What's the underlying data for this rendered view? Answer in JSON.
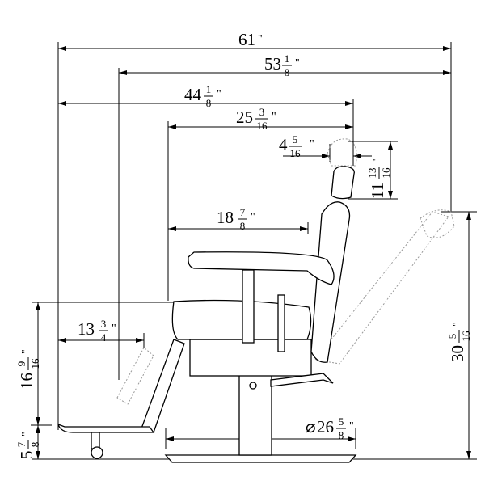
{
  "drawing": {
    "title": "Barber chair dimension drawing",
    "dimensions": {
      "overall_length": {
        "whole": "61",
        "num": "",
        "den": "",
        "unit": "\""
      },
      "reclined_length": {
        "whole": "53",
        "num": "1",
        "den": "8",
        "unit": "\""
      },
      "upright_length": {
        "whole": "44",
        "num": "1",
        "den": "8",
        "unit": "\""
      },
      "seat_to_back_length": {
        "whole": "25",
        "num": "3",
        "den": "16",
        "unit": "\""
      },
      "headrest_travel": {
        "whole": "4",
        "num": "5",
        "den": "16",
        "unit": "\""
      },
      "headrest_height": {
        "whole": "11",
        "num": "13",
        "den": "16",
        "unit": "\""
      },
      "arm_length": {
        "whole": "18",
        "num": "7",
        "den": "8",
        "unit": "\""
      },
      "footrest_depth": {
        "whole": "13",
        "num": "3",
        "den": "4",
        "unit": "\""
      },
      "seat_height": {
        "whole": "16",
        "num": "9",
        "den": "16",
        "unit": "\""
      },
      "footrest_height": {
        "whole": "5",
        "num": "7",
        "den": "8",
        "unit": "\""
      },
      "reclined_height": {
        "whole": "30",
        "num": "5",
        "den": "16",
        "unit": "\""
      },
      "base_diameter": {
        "prefix": "⌀",
        "whole": "26",
        "num": "5",
        "den": "8",
        "unit": "\""
      }
    }
  }
}
